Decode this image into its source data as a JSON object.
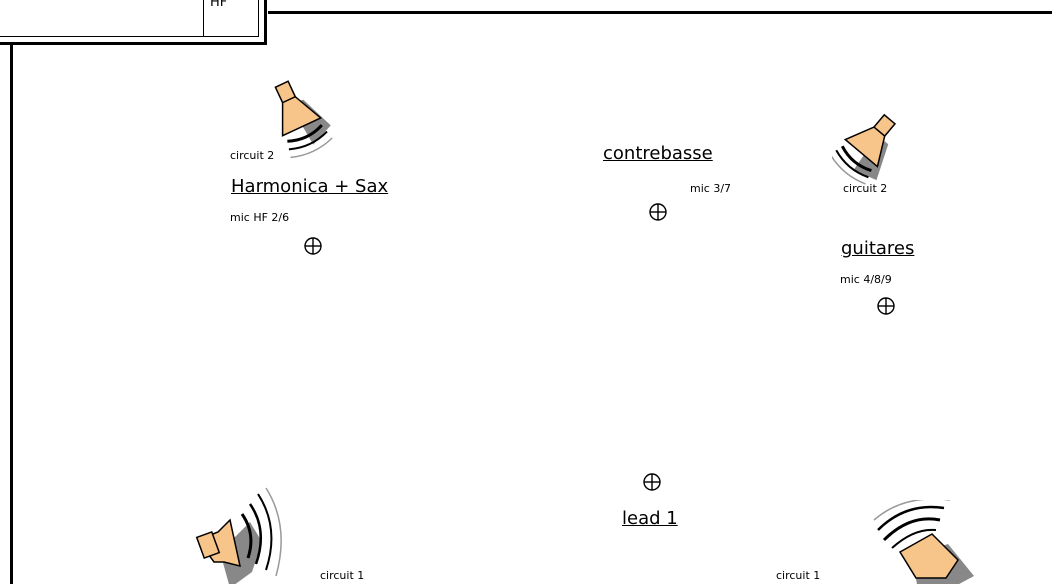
{
  "legend_box": {
    "fragment": "HF"
  },
  "labels": {
    "circuit_top_left": "circuit 2",
    "harmonica_title": "Harmonica + Sax",
    "harmonica_mic": "mic HF  2/6",
    "contrebasse_title": "contrebasse",
    "contrebasse_mic": "mic 3/7",
    "circuit_top_right": "circuit 2",
    "guitares_title": "guitares",
    "guitares_mic": "mic 4/8/9",
    "lead_title": "lead 1",
    "circuit_bottom_left": "circuit 1",
    "circuit_bottom_right": "circuit 1"
  },
  "colors": {
    "speaker_fill": "#f7c48a",
    "speaker_shadow": "#888888",
    "stroke": "#000000"
  },
  "icons": [
    "speaker-icon",
    "microphone-icon"
  ]
}
